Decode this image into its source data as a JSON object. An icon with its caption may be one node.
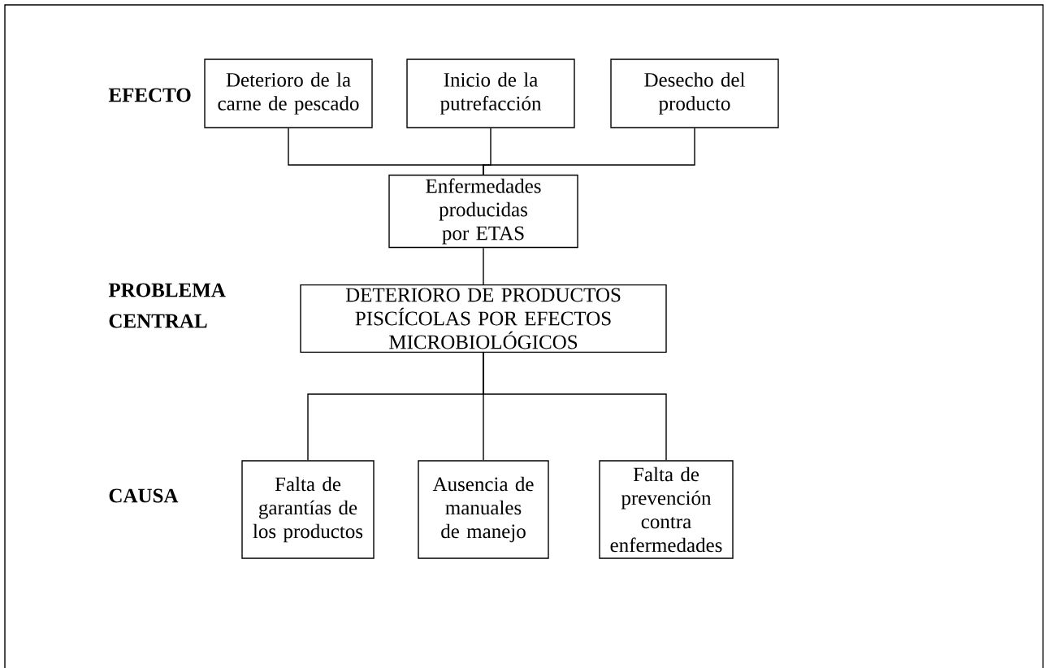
{
  "diagram": {
    "nodes": [
      {
        "text": [
          "Deterioro de la carne de pescado"
        ]
      },
      {
        "text": [
          "Inicio de la putrefacción"
        ]
      },
      {
        "text": [
          "Desecho del producto"
        ]
      },
      {
        "text": [
          "Enfermedades producidas por ETAS"
        ]
      },
      {
        "text": [
          "DETERIORO DE PRODUCTOS PISCÍCOLAS POR EFECTOS MICROBIOLÓGICOS"
        ]
      },
      {
        "text": [
          "Falta de garantías de los productos"
        ]
      },
      {
        "text": [
          "Ausencia de manuales de manejo"
        ]
      },
      {
        "text": [
          "Falta de prevención contra enfermedades"
        ]
      }
    ],
    "edges": [
      {
        "from": 0,
        "to": 3,
        "arrow": "none"
      },
      {
        "from": 1,
        "to": 3,
        "arrow": "none"
      },
      {
        "from": 2,
        "to": 3,
        "arrow": "none"
      },
      {
        "from": 3,
        "to": 4,
        "arrow": "none"
      },
      {
        "from": 4,
        "to": 5,
        "arrow": "none"
      },
      {
        "from": 4,
        "to": 6,
        "arrow": "none"
      },
      {
        "from": 4,
        "to": 7,
        "arrow": "none"
      }
    ],
    "labels": [
      "EFECTO",
      "PROBLEMA CENTRAL",
      "CAUSA"
    ]
  }
}
